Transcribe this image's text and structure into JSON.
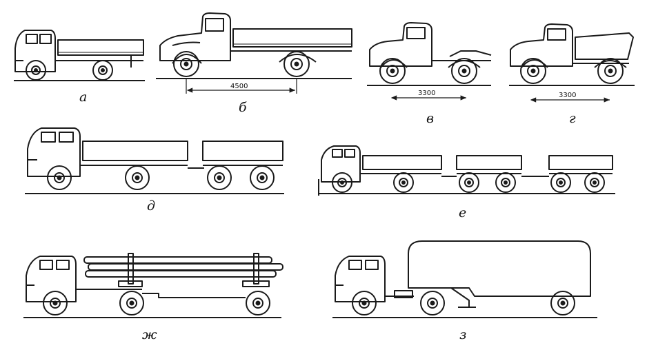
{
  "figure": {
    "line_color": "#1a1a1a",
    "background": "#ffffff",
    "panels": [
      {
        "id": "a",
        "caption": "а",
        "type": "light-flatbed-truck"
      },
      {
        "id": "b",
        "caption": "б",
        "type": "flatbed-truck",
        "dimension": "4500"
      },
      {
        "id": "v",
        "caption": "в",
        "type": "tractor-unit",
        "dimension": "3300"
      },
      {
        "id": "g",
        "caption": "г",
        "type": "dump-truck",
        "dimension": "3300"
      },
      {
        "id": "d",
        "caption": "д",
        "type": "truck-with-trailer"
      },
      {
        "id": "e",
        "caption": "е",
        "type": "truck-with-two-trailers"
      },
      {
        "id": "zh",
        "caption": "ж",
        "type": "timber-truck-with-dolly"
      },
      {
        "id": "z",
        "caption": "з",
        "type": "tractor-with-semitrailer"
      }
    ]
  }
}
